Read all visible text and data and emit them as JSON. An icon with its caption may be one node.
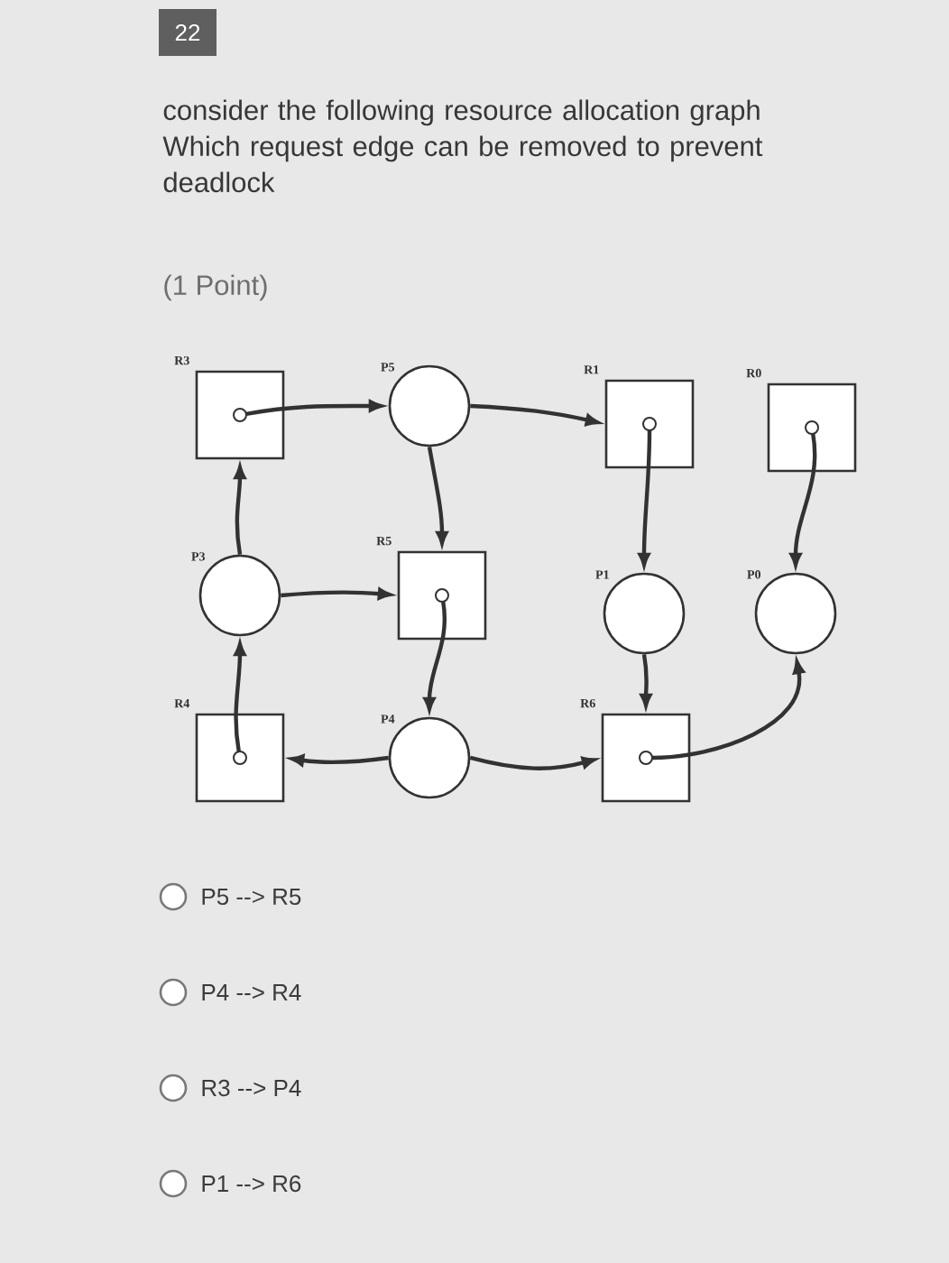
{
  "diagram": {
    "nodes": [
      {
        "text": [],
        "shape": "box",
        "beside": [
          "R3"
        ]
      },
      {
        "text": [],
        "shape": "circle",
        "beside": [
          "P5"
        ]
      },
      {
        "text": [],
        "shape": "box",
        "beside": [
          "R1"
        ]
      },
      {
        "text": [],
        "shape": "box",
        "beside": [
          "R0"
        ]
      },
      {
        "text": [],
        "shape": "circle",
        "beside": [
          "P3"
        ]
      },
      {
        "text": [],
        "shape": "box",
        "beside": [
          "R5"
        ]
      },
      {
        "text": [],
        "shape": "circle",
        "beside": [
          "P1"
        ]
      },
      {
        "text": [],
        "shape": "circle",
        "beside": [
          "P0"
        ]
      },
      {
        "text": [],
        "shape": "box",
        "beside": [
          "R4"
        ]
      },
      {
        "text": [],
        "shape": "circle",
        "beside": [
          "P4"
        ]
      },
      {
        "text": [],
        "shape": "box",
        "beside": [
          "R6"
        ]
      }
    ],
    "edges": [
      {
        "from": 0,
        "to": 1,
        "arrow": "to"
      },
      {
        "from": 1,
        "to": 2,
        "arrow": "to"
      },
      {
        "from": 1,
        "to": 5,
        "arrow": "to"
      },
      {
        "from": 2,
        "to": 6,
        "arrow": "to"
      },
      {
        "from": 3,
        "to": 7,
        "arrow": "to"
      },
      {
        "from": 4,
        "to": 0,
        "arrow": "to"
      },
      {
        "from": 4,
        "to": 5,
        "arrow": "to"
      },
      {
        "from": 5,
        "to": 9,
        "arrow": "to"
      },
      {
        "from": 8,
        "to": 4,
        "arrow": "to"
      },
      {
        "from": 9,
        "to": 8,
        "arrow": "to"
      },
      {
        "from": 9,
        "to": 10,
        "arrow": "to"
      },
      {
        "from": 6,
        "to": 10,
        "arrow": "to"
      },
      {
        "from": 10,
        "to": 7,
        "arrow": "to"
      }
    ],
    "labels": [
      "22",
      "consider the following resource allocation graph",
      "Which request edge can be removed to prevent deadlock",
      "(1 Point)",
      "P5 --> R5",
      "P4 --> R4",
      "R3 --> P4",
      "P1 --> R6"
    ]
  }
}
